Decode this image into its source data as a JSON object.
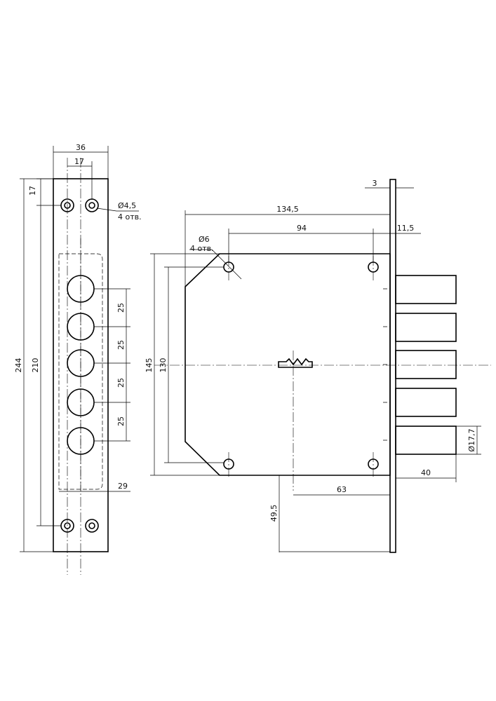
{
  "drawing": {
    "front_plate": {
      "width_total": "36",
      "width_inner": "17",
      "top_offset": "17",
      "hole_spec": "Ø4,5",
      "hole_count": "4 отв.",
      "height_total": "244",
      "height_holes": "210",
      "pitch_1": "25",
      "pitch_2": "25",
      "pitch_3": "25",
      "pitch_4": "25",
      "bottom_dim": "29"
    },
    "lock_body": {
      "plate_thickness": "3",
      "overall_width": "134,5",
      "hole_spacing_x": "94",
      "backset_offset": "11,5",
      "hole_spec": "Ø6",
      "hole_count": "4 отв.",
      "body_height": "145",
      "hole_spacing_y": "130",
      "bolt_diameter": "Ø17,7",
      "bolt_projection": "40",
      "key_offset": "63",
      "bottom_offset": "49,5"
    }
  }
}
